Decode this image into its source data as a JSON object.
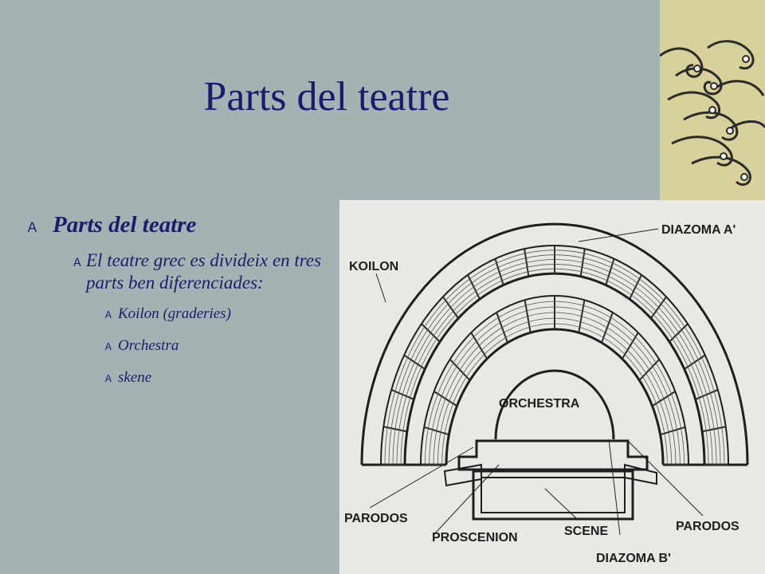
{
  "slide": {
    "title": "Parts del teatre",
    "bullets": {
      "level1": "Parts del teatre",
      "level2": "El teatre grec es divideix en tres parts ben diferenciades:",
      "level3": [
        "Koilon (graderies)",
        "Orchestra",
        "skene"
      ]
    },
    "bullet_glyph": "Ａ",
    "colors": {
      "background": "#a5b1b3",
      "text": "#1c1c6a",
      "strip": "#d8d29a"
    }
  },
  "diagram": {
    "labels": {
      "diazoma_a": "DIAZOMA A'",
      "koilon": "KOILON",
      "orchestra": "ORCHESTRA",
      "parodos_left": "PARODOS",
      "parodos_right": "PARODOS",
      "proscenion": "PROSCENION",
      "scene": "SCENE",
      "diazoma_b": "DIAZOMA B'"
    }
  },
  "decoration": {
    "strip_icon": "japanese-wave-icon"
  }
}
